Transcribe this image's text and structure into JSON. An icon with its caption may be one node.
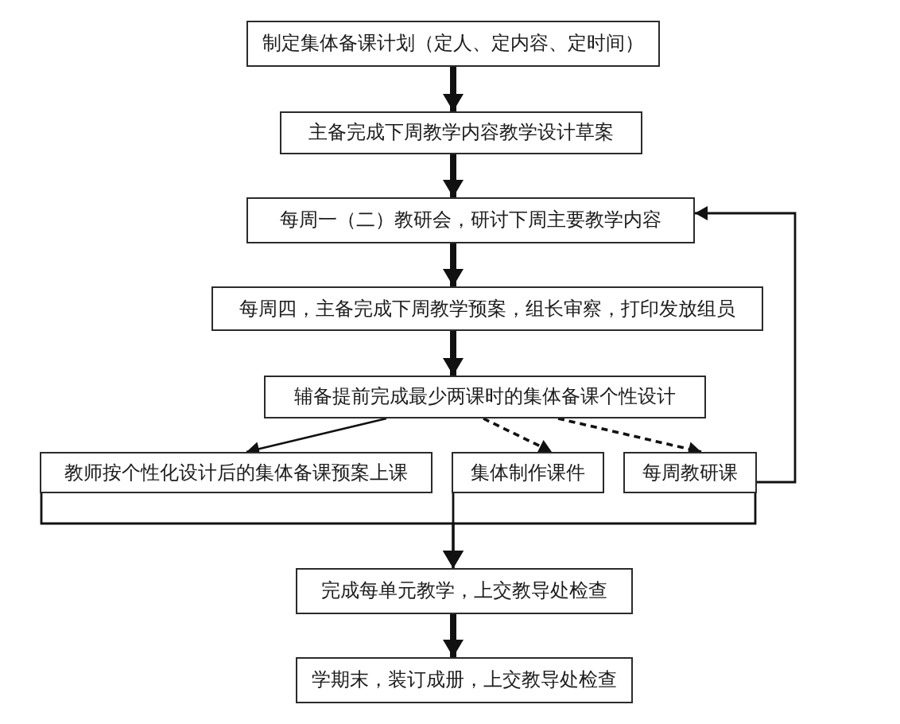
{
  "diagram": {
    "nodes": [
      {
        "text": [
          "制定集体备课计划（定人、定内容、定时间）"
        ]
      },
      {
        "text": [
          "主备完成下周教学内容教学设计草案"
        ]
      },
      {
        "text": [
          "每周一（二）教研会，研讨下周主要教学内容"
        ]
      },
      {
        "text": [
          "每周四，主备完成下周教学预案，组长审察，打印发放组员"
        ]
      },
      {
        "text": [
          "辅备提前完成最少两课时的集体备课个性设计"
        ]
      },
      {
        "text": [
          "教师按个性化设计后的集体备课预案上课"
        ]
      },
      {
        "text": [
          "集体制作课件"
        ]
      },
      {
        "text": [
          "每周教研课"
        ]
      },
      {
        "text": [
          "完成每单元教学，上交教导处检查"
        ]
      },
      {
        "text": [
          "学期末，装订成册，上交教导处检查"
        ]
      }
    ],
    "edges": [
      {
        "from": 0,
        "to": 1,
        "arrow": "to",
        "style": "thick"
      },
      {
        "from": 1,
        "to": 2,
        "arrow": "to",
        "style": "thick"
      },
      {
        "from": 2,
        "to": 3,
        "arrow": "to",
        "style": "thick"
      },
      {
        "from": 3,
        "to": 4,
        "arrow": "to",
        "style": "thick"
      },
      {
        "from": 4,
        "to": 5,
        "arrow": "to"
      },
      {
        "from": 4,
        "to": 6,
        "arrow": "to",
        "style": "dashed"
      },
      {
        "from": 4,
        "to": 7,
        "arrow": "to",
        "style": "dashed"
      },
      {
        "from": 7,
        "to": 2,
        "arrow": "to"
      },
      {
        "from": 5,
        "to": 8,
        "arrow": "to"
      },
      {
        "from": 6,
        "to": 8,
        "arrow": "to"
      },
      {
        "from": 7,
        "to": 8,
        "arrow": "to"
      },
      {
        "from": 8,
        "to": 9,
        "arrow": "to",
        "style": "thick"
      }
    ]
  }
}
